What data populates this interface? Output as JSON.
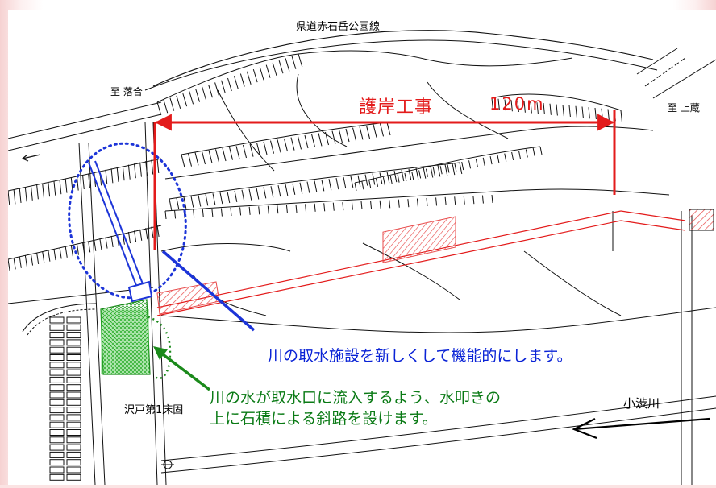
{
  "labels": {
    "road_name": "県道赤石岳公園線",
    "to_ochiai": "至 落合",
    "to_kamikura": "至 上蔵",
    "revetment_title": "護岸工事",
    "revetment_length": "120m",
    "sill_name": "沢戸第1床固",
    "river_name": "小渋川"
  },
  "annotations": {
    "intake_note": "川の取水施設を新しくして機能的にします。",
    "slope_note_line1": "川の水が取水口に流入するよう、水叩きの",
    "slope_note_line2": "上に石積による斜路を設けます。"
  },
  "colors": {
    "dimension_red": "#e31b1b",
    "intake_blue": "#1c34d8",
    "slope_green": "#1b8a1b",
    "hatch_red": "#e84a4a",
    "hatch_green": "#35c335"
  }
}
